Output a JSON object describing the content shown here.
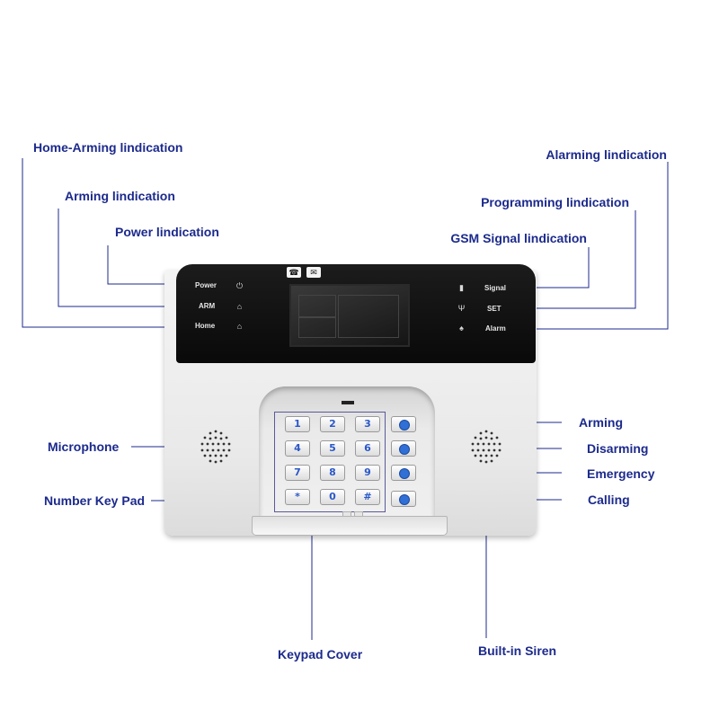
{
  "labels": {
    "home_arming": "Home-Arming lindication",
    "arming_ind": "Arming lindication",
    "power_ind": "Power lindication",
    "alarming_ind": "Alarming lindication",
    "programming_ind": "Programming lindication",
    "gsm_ind": "GSM Signal lindication",
    "arming": "Arming",
    "disarming": "Disarming",
    "emergency": "Emergency",
    "calling": "Calling",
    "microphone": "Microphone",
    "number_key_pad": "Number Key Pad",
    "keypad_cover": "Keypad Cover",
    "builtin_siren": "Built-in Siren"
  },
  "panel": {
    "left_leds": [
      "Power",
      "ARM",
      "Home"
    ],
    "right_leds": [
      "Signal",
      "SET",
      "Alarm"
    ]
  },
  "keypad": {
    "keys": [
      "1",
      "2",
      "3",
      "4",
      "5",
      "6",
      "7",
      "8",
      "9",
      "*",
      "0",
      "#"
    ]
  },
  "colors": {
    "label": "#1c2a8c",
    "leader_line": "#1c2a8c",
    "panel": "#0d0d0d",
    "function_key": "#2f6fd6"
  },
  "icons": {
    "power": "power-icon",
    "arm": "house-lock-icon",
    "home": "home-icon",
    "signal": "signal-icon",
    "set": "settings-icon",
    "alarm": "alarm-icon",
    "phone": "phone-icon",
    "sms": "sms-icon"
  }
}
